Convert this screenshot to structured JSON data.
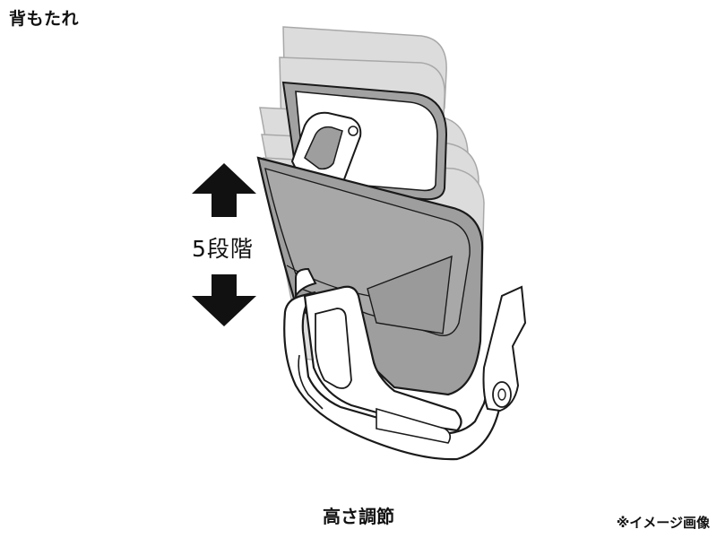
{
  "title": "背もたれ",
  "steps_label": "5段階",
  "caption": "高さ調節",
  "note": "※イメージ画像",
  "colors": {
    "ghost_fill": "#d4d4d4",
    "ghost_stroke": "#9a9a9a",
    "back_fill": "#9e9e9e",
    "frame_fill": "#ffffff",
    "outline": "#1a1a1a",
    "arrow": "#111111"
  },
  "icons": [
    "arrow-up-icon",
    "arrow-down-icon"
  ]
}
